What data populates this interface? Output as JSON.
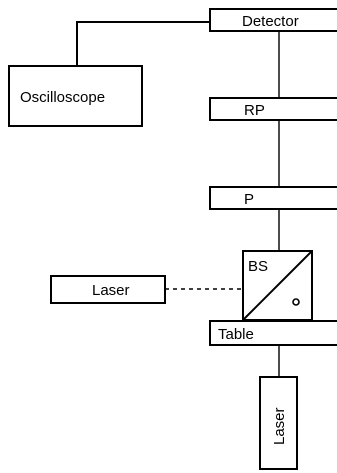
{
  "labels": {
    "detector": "Detector",
    "oscilloscope": "Oscilloscope",
    "rp": "RP",
    "p": "P",
    "bs": "BS",
    "laser_side": "Laser",
    "table": "Table",
    "laser_bottom": "Laser"
  },
  "colors": {
    "stroke": "#000000",
    "background": "#ffffff"
  }
}
